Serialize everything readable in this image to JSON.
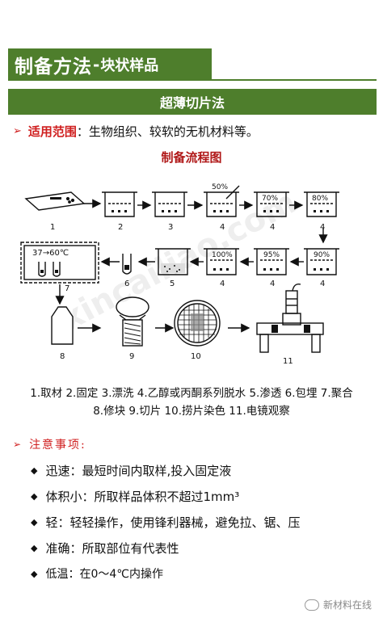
{
  "header": {
    "title_main": "制备方法",
    "title_dash": "-",
    "title_sub": "块状样品"
  },
  "method_title": "超薄切片法",
  "scope": {
    "label": "适用范围",
    "text": "：生物组织、较软的无机材料等。"
  },
  "flow": {
    "title": "制备流程图",
    "step_numbers": [
      "1",
      "2",
      "3",
      "4",
      "4",
      "4",
      "7",
      "6",
      "5",
      "4",
      "4",
      "4",
      "8",
      "9",
      "10",
      "11"
    ],
    "temp_label": "37→60℃",
    "conc": [
      "50%",
      "70%",
      "80%",
      "100%",
      "95%",
      "90%"
    ]
  },
  "legend": {
    "line1": "1.取材 2.固定 3.漂洗 4.乙醇或丙酮系列脱水 5.渗透 6.包埋 7.聚合",
    "line2": "8.修块 9.切片 10.捞片染色 11.电镜观察"
  },
  "notes": {
    "heading": "注意事项:",
    "items": [
      "迅速：最短时间内取样,投入固定液",
      "体积小：所取样品体积不超过1mm³",
      "轻：轻轻操作，使用锋利器械，避免拉、锯、压",
      "准确：所取部位有代表性",
      "低温：在0～4℃内操作"
    ]
  },
  "watermark": {
    "text": "新材料在线"
  }
}
